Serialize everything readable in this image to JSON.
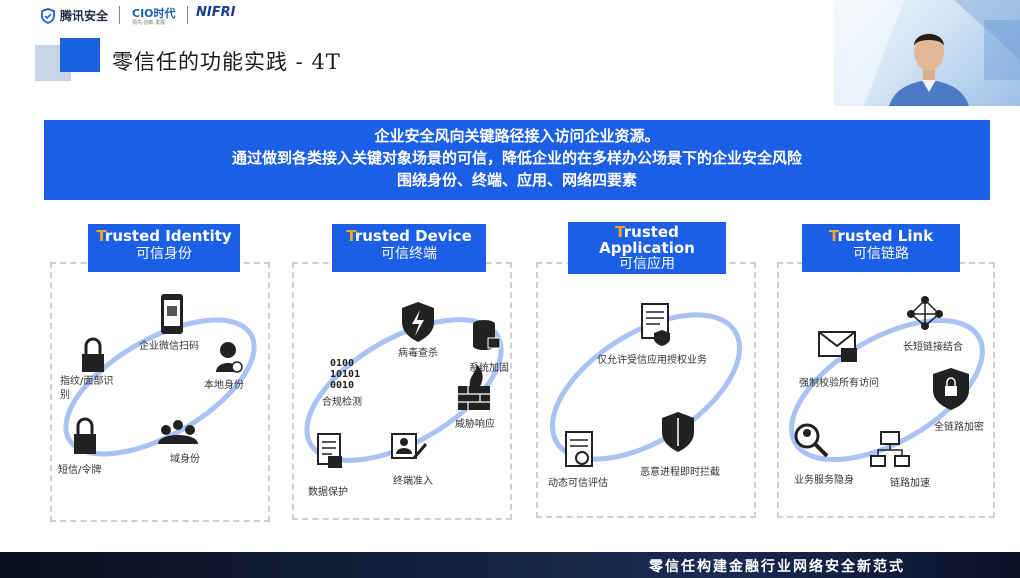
{
  "header": {
    "tencent_logo": "腾讯安全",
    "cio_logo_main": "CIO时代",
    "cio_logo_sub": "领先·创新·发展",
    "nifi_logo": "NIFRI"
  },
  "title": "零信任的功能实践 - 4T",
  "banner": {
    "line1": "企业安全风向关键路径接入访问企业资源。",
    "line2": "通过做到各类接入关键对象场景的可信，降低企业的在多样办公场景下的企业安全风险",
    "line3": "围绕身份、终端、应用、网络四要素"
  },
  "columns": [
    {
      "title_first": "T",
      "title_rest": "rusted Identity",
      "title_cn": "可信身份",
      "items": [
        "企业微信扫码",
        "指纹/面部识别",
        "本地身份",
        "短信/令牌",
        "域身份"
      ]
    },
    {
      "title_first": "T",
      "title_rest": "rusted Device",
      "title_cn": "可信终端",
      "items": [
        "病毒查杀",
        "系统加固",
        "合规检测",
        "威胁响应",
        "数据保护",
        "终端准入"
      ]
    },
    {
      "title_first": "T",
      "title_rest": "rusted Application",
      "title_cn": "可信应用",
      "items": [
        "仅允许受信应用授权业务",
        "动态可信评估",
        "恶意进程即时拦截"
      ]
    },
    {
      "title_first": "T",
      "title_rest": "rusted Link",
      "title_cn": "可信链路",
      "items": [
        "长短链接结合",
        "强制校验所有访问",
        "全链路加密",
        "业务服务隐身",
        "链路加速"
      ]
    }
  ],
  "binary_text": "0100\n10101\n0010",
  "footer": {
    "slogan": "零信任构建金融行业网络安全新范式"
  },
  "colors": {
    "accent": "#1b5fe6",
    "highlight": "#f5a623",
    "ring": "#a9c3f5"
  }
}
